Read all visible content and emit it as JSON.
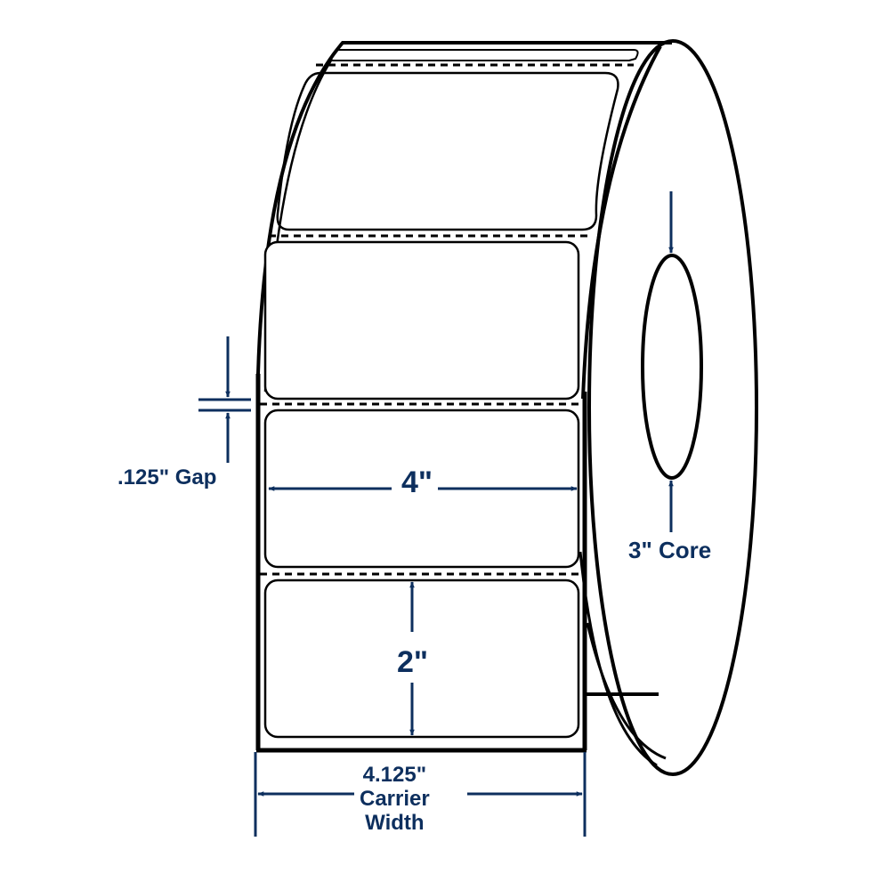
{
  "diagram": {
    "title": "Label roll dimensions",
    "colors": {
      "outline": "#000000",
      "dimension": "#0d2f5e",
      "background": "#ffffff"
    },
    "labels": {
      "gap": ".125\" Gap",
      "label_width": "4\"",
      "label_height": "2\"",
      "core": "3\" Core",
      "carrier_width_value": "4.125\"",
      "carrier_width_line1": "Carrier",
      "carrier_width_line2": "Width"
    },
    "specs": {
      "label_width_in": 4,
      "label_height_in": 2,
      "gap_in": 0.125,
      "core_diameter_in": 3,
      "carrier_width_in": 4.125
    }
  }
}
